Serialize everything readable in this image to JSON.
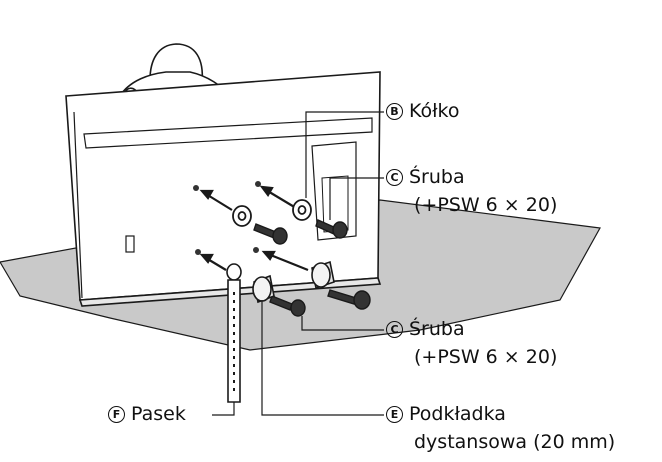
{
  "callouts": {
    "b": {
      "letter": "B",
      "label": "Kółko"
    },
    "c1": {
      "letter": "C",
      "label": "Śruba",
      "sub": "(+PSW 6 × 20)"
    },
    "c2": {
      "letter": "C",
      "label": "Śruba",
      "sub": "(+PSW 6 × 20)"
    },
    "f": {
      "letter": "F",
      "label": "Pasek"
    },
    "e": {
      "letter": "E",
      "label": "Podkładka",
      "sub": "dystansowa (20 mm)"
    }
  },
  "colors": {
    "line": "#1a1a1a",
    "cloth": "#c9c9c9",
    "tv": "#ffffff",
    "screw": "#333333"
  }
}
